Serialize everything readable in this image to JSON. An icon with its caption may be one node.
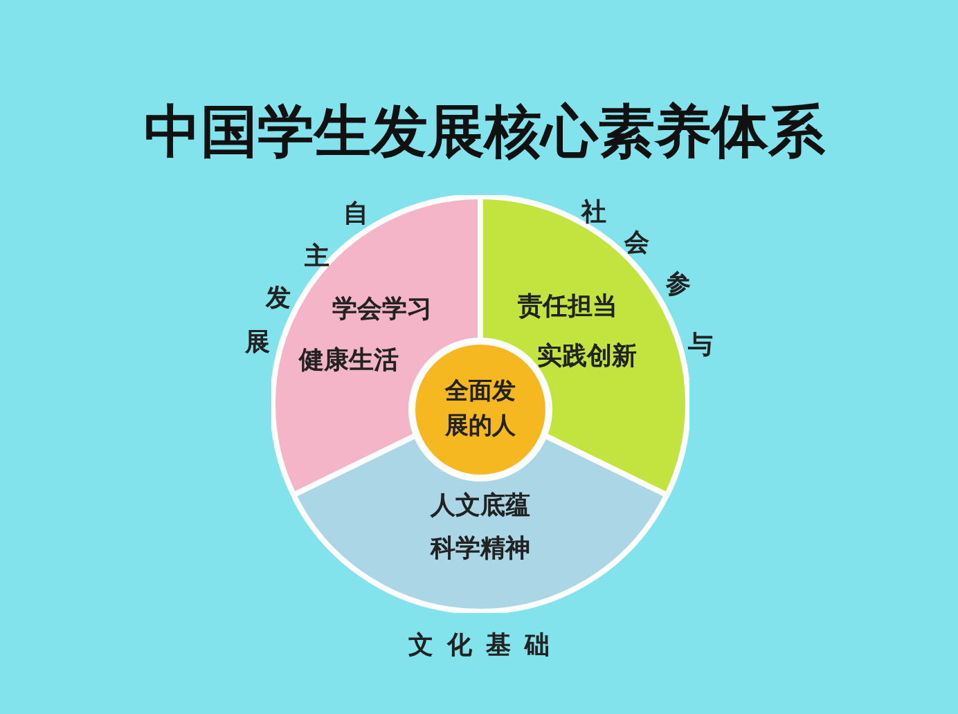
{
  "diagram": {
    "title": "中国学生发展核心素养体系",
    "nodes": [
      {
        "text": [
          "学会学习",
          "健康生活"
        ],
        "beside": [
          "自主发展"
        ]
      },
      {
        "text": [
          "责任担当",
          "实践创新"
        ],
        "beside": [
          "社会参与"
        ]
      },
      {
        "text": [
          "人文底蕴",
          "科学精神"
        ],
        "beside": [
          "文化基础"
        ]
      },
      {
        "text": [
          "全面发展的人"
        ]
      }
    ],
    "edges": []
  }
}
